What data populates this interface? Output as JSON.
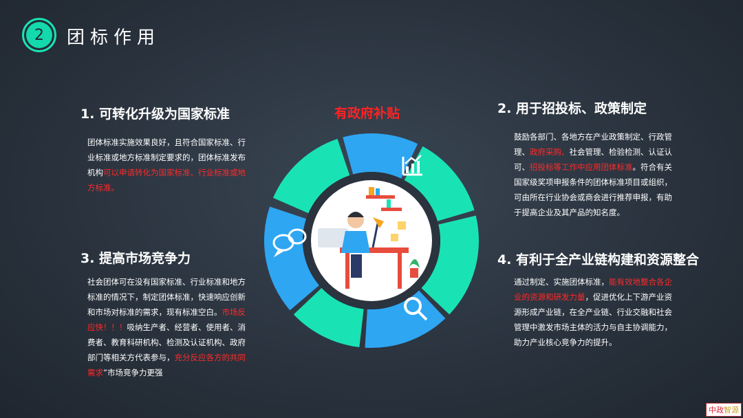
{
  "header": {
    "number": "2",
    "title": "团标作用"
  },
  "center": {
    "subsidy_label": "有政府补贴"
  },
  "sections": [
    {
      "title": "1. 可转化升级为国家标准",
      "body_1": "团体标准实施效果良好，且符合国家标准、行业标准或地方标准制定要求的，团体标准发布机构",
      "highlight_1": "可以申请转化为国家标准、行业标准或地方标准。"
    },
    {
      "title": "2. 用于招投标、政策制定",
      "body_1": "鼓励各部门、各地方在产业政策制定、行政管理、",
      "highlight_1": "政府采购、",
      "body_2": "社会管理、检验检测、认证认可、",
      "highlight_2": "招投标等工作中应用团体标准",
      "body_3": "。符合有关国家级奖项申报条件的团体标准项目或组织，可由所在行业协会或商会进行推荐申报，有助于提高企业及其产品的知名度。"
    },
    {
      "title": "3. 提高市场竞争力",
      "body_1": "社会团体可在没有国家标准、行业标准和地方标准的情况下，制定团体标准，快速响应创新和市场对标准的需求，现有标准空白。",
      "highlight_1": "市场反应快！！！",
      "body_2": "吸纳生产者、经营者、使用者、消费者、教育科研机构、检测及认证机构、政府部门等相关方代表参与，",
      "highlight_2": "充分反应各方的共同需求",
      "body_3": "”市场竞争力更强"
    },
    {
      "title": "4. 有利于全产业链构建和资源整合",
      "body_1": "通过制定、实施团体标准，",
      "highlight_1": "能有效地整合各企业的资源和研发力量",
      "body_2": "，促进优化上下游产业资源形成产业链，在全产业链、行业交融和社会管理中激发市场主体的活力与自主协调能力，助力产业核心竞争力的提升。"
    }
  ],
  "watermark": {
    "part1": "中政",
    "part2": "智源"
  },
  "colors": {
    "teal": "#19e3b5",
    "blue": "#2ea6f2",
    "highlight_red": "#ff2a2a"
  },
  "icons": [
    "bar-chart-icon",
    "chat-bubbles-icon",
    "magnifier-icon",
    "person-at-desk-illustration"
  ]
}
